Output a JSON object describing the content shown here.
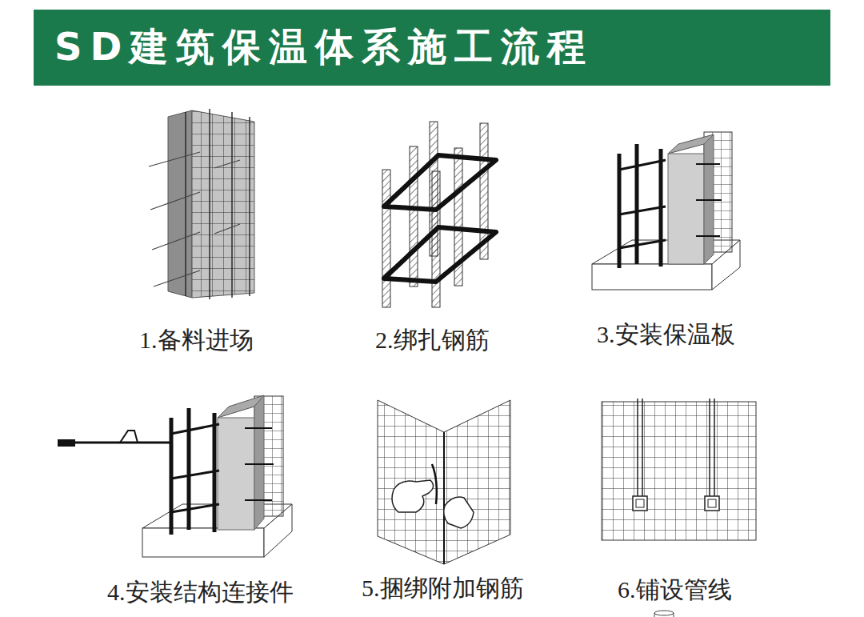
{
  "diagram": {
    "title": "SD建筑保温体系施工流程",
    "labels": [
      "1.备料进场",
      "2.绑扎钢筋",
      "3.安装保温板",
      "4.安装结构连接件",
      "5.捆绑附加钢筋",
      "6.铺设管线"
    ]
  }
}
